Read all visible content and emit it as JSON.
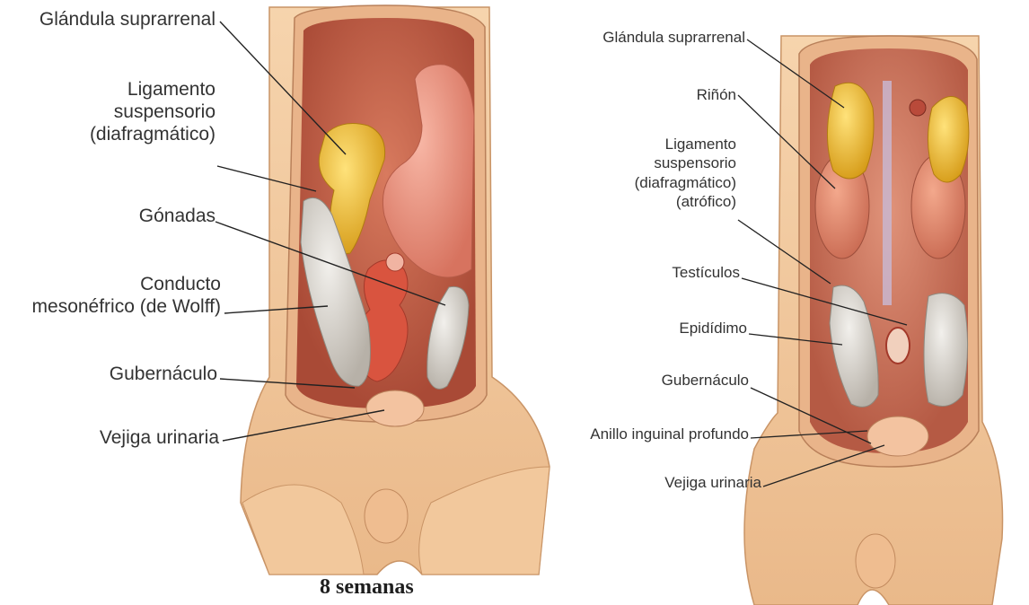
{
  "left_figure": {
    "labels": {
      "adrenal": "Glándula suprarrenal",
      "ligament": [
        "Ligamento",
        "suspensorio",
        "(diafragmático)"
      ],
      "gonads": "Gónadas",
      "mesonephric": [
        "Conducto",
        "mesonéfrico (de Wolff)"
      ],
      "gubernaculum": "Gubernáculo",
      "bladder": "Vejiga urinaria"
    },
    "caption": "8 semanas"
  },
  "right_figure": {
    "labels": {
      "adrenal": "Glándula suprarrenal",
      "kidney": "Riñón",
      "ligament": [
        "Ligamento",
        "suspensorio",
        "(diafragmático)",
        "(atrófico)"
      ],
      "testes": "Testículos",
      "epididymis": "Epidídimo",
      "gubernaculum": "Gubernáculo",
      "inguinal_ring": "Anillo inguinal profundo",
      "bladder": "Vejiga urinaria"
    }
  },
  "colors": {
    "skin": "#f0c79a",
    "cavity": "#c9634b",
    "adrenal": "#e8b530",
    "gonad": "#d8d4cc",
    "organ": "#e88a7a",
    "leader_line": "#222222"
  }
}
